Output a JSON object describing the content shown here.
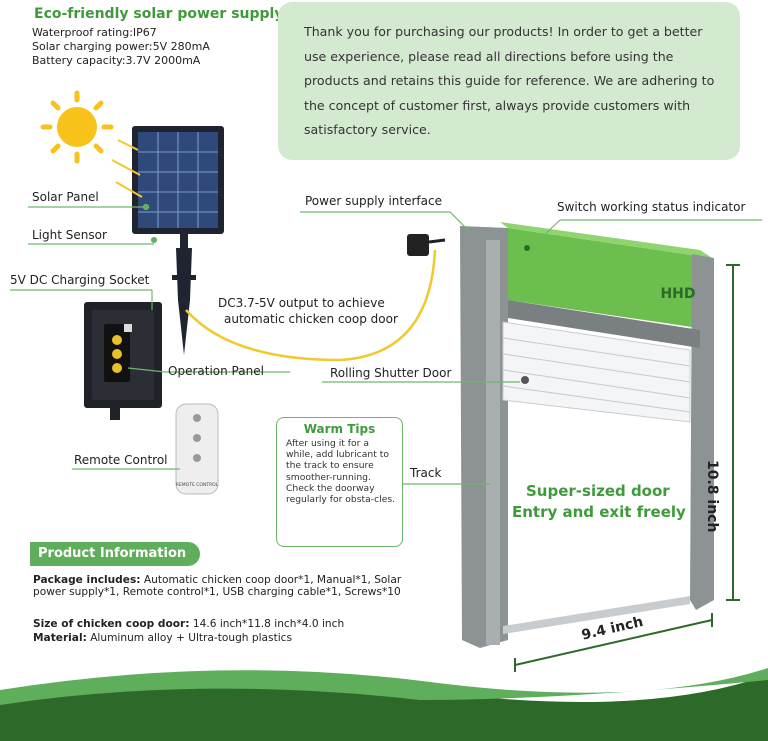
{
  "specs": {
    "title": "Eco-friendly solar power supply",
    "lines": [
      "Waterproof rating:IP67",
      "Solar charging power:5V 280mA",
      "Battery capacity:3.7V 2000mA"
    ]
  },
  "intro": "Thank you for purchasing our products! In order to get a better use experience, please read all directions before using the products and retains this guide for reference. We are adhering to the concept of customer first, always provide customers with satisfactory service.",
  "callouts": {
    "solar_panel": "Solar Panel",
    "light_sensor": "Light Sensor",
    "charging_socket": "5V DC Charging Socket",
    "operation_panel": "Operation Panel",
    "remote_control": "Remote Control",
    "power_interface": "Power supply interface",
    "status_indicator": "Switch working status indicator",
    "rolling_door": "Rolling Shutter Door",
    "track": "Track",
    "dc_output_1": "DC3.7-5V output to achieve",
    "dc_output_2": "automatic chicken coop door"
  },
  "warm_tips": {
    "title": "Warm Tips",
    "body": "After using it for a while, add lubricant to the track to ensure smoother-running. Check the doorway regularly for obsta-cles."
  },
  "product_info": {
    "title": "Product Information",
    "package_label": "Package includes:",
    "package_value": "Automatic chicken coop door*1, Manual*1, Solar power supply*1, Remote control*1, USB charging cable*1, Screws*10",
    "size_label": "Size of chicken coop door:",
    "size_value": "14.6 inch*11.8 inch*4.0 inch",
    "material_label": "Material:",
    "material_value": "Aluminum alloy + Ultra-tough plastics"
  },
  "door": {
    "headline_1": "Super-sized door",
    "headline_2": "Entry and exit freely",
    "logo": "HHD",
    "width": "9.4 inch",
    "height": "10.8 inch"
  },
  "remote_label": "REMOTE CONTROL",
  "colors": {
    "brand_green": "#5fae5b",
    "light_green": "#d4ead0",
    "dark_green": "#2d6a2a",
    "yellow_line": "#f2c830"
  }
}
